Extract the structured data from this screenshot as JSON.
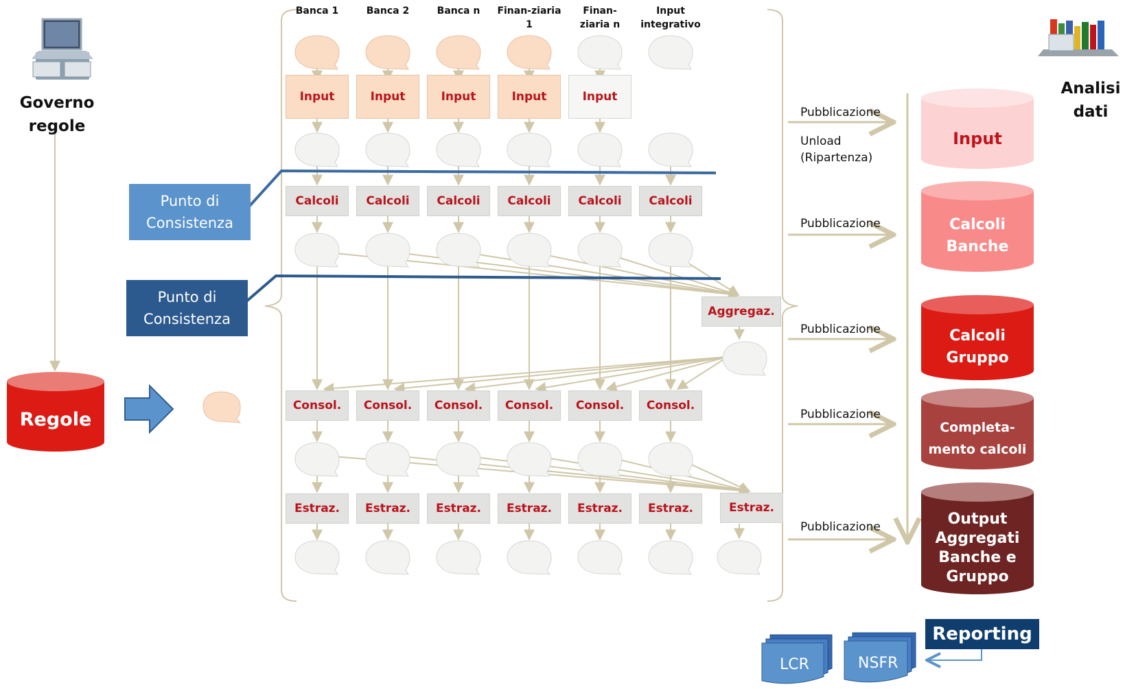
{
  "columns": [
    {
      "label": "Banca 1"
    },
    {
      "label": "Banca 2"
    },
    {
      "label": "Banca n"
    },
    {
      "label": "Finan-ziaria\n1"
    },
    {
      "label": "Finan-\nziaria n"
    },
    {
      "label": "Input\nintegrativo"
    }
  ],
  "rows": {
    "input_label": "Input",
    "calcoli_label": "Calcoli",
    "aggregaz_label": "Aggregaz.",
    "consol_label": "Consol.",
    "estraz_label": "Estraz."
  },
  "left": {
    "governo_label": "Governo\nregole",
    "regole_label": "Regole",
    "consistenza_1": "Punto di\nConsistenza",
    "consistenza_2": "Punto di\nConsistenza"
  },
  "right": {
    "analisi_label": "Analisi\ndati",
    "pub_labels": [
      "Pubblicazione",
      "Pubblicazione",
      "Pubblicazione",
      "Pubblicazione",
      "Pubblicazione"
    ],
    "unload_label": "Unload\n(Ripartenza)",
    "databases": [
      {
        "label": "Input",
        "color": "#fcd2d2",
        "top_color": "#fde3e3",
        "text_color": "#c0141c"
      },
      {
        "label": "Calcoli\nBanche",
        "color": "#f98a8a",
        "top_color": "#fbb0b0",
        "text_color": "#ffffff"
      },
      {
        "label": "Calcoli\nGruppo",
        "color": "#dc1b15",
        "top_color": "#e85e5a",
        "text_color": "#ffffff"
      },
      {
        "label": "Completa-\nmento calcoli",
        "color": "#a8423f",
        "top_color": "#c98886",
        "text_color": "#ffffff"
      },
      {
        "label": "Output\nAggregati\nBanche e\nGruppo",
        "color": "#6e2422",
        "top_color": "#b47f7d",
        "text_color": "#ffffff"
      }
    ]
  },
  "reporting": {
    "label": "Reporting",
    "docs": [
      "LCR",
      "NSFR"
    ]
  },
  "colors": {
    "arrow": "#cfc7a8",
    "peach": "#fbdcc4",
    "grey_box": "#e2e2e0",
    "red_text": "#b8141d",
    "dark_blue": "#2f5f93",
    "light_blue": "#5b93cc",
    "regole_red": "#dc1b15"
  },
  "icons": {
    "top_left": "laptop-books-icon",
    "top_right": "books-laptop-icon",
    "big_arrow": "right-arrow-icon",
    "document": "document-stack-icon"
  }
}
